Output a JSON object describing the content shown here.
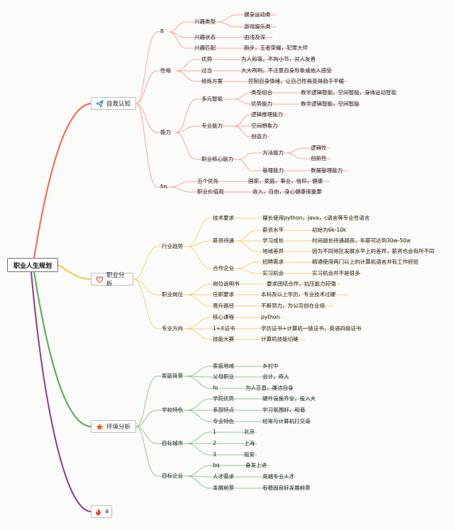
{
  "root": "职业人生规划",
  "branches": {
    "self": "自我认知",
    "career": "职业分析",
    "env": "环境分析",
    "a": "a"
  },
  "self": {
    "fl": "fl",
    "xqlx": "兴趣类型",
    "jsyd": "健身运动类",
    "yxyl": "游戏娱乐类",
    "xqzt": "兴趣状态",
    "yqrs": "由浅及深",
    "xqpp": "兴趣匹配",
    "pb_wz": "跑步，王者荣耀，犯罪大师",
    "xg": "性格",
    "ys": "优势",
    "ys_v": "为人和蔼，不拘小节，对人友善",
    "gd": "过当",
    "gd_v": "大大咧咧，不注意自身形象或他人感受",
    "xlfa": "修炼方案",
    "xlfa_v": "控制自身情绪，让自己性格变得趋于平缓",
    "nl": "能力",
    "dyzn": "多元智能",
    "lxzh": "类型组合",
    "lxzh_v": "数学逻辑智能，空间智能，身体运动智能",
    "ysnl": "优势能力",
    "ysnl_v": "数学逻辑智能，空间智能",
    "zynl": "专业能力",
    "ljtl": "逻辑推理能力",
    "kjxx": "空间想象力",
    "czl": "创造力",
    "zyhx": "职业核心能力",
    "ffnl": "方法能力",
    "ljx": "逻辑性",
    "cxx": "创新性",
    "glnl": "管理能力",
    "sjgl": "数据管理能力",
    "fm": "fm",
    "wgyx": "五个优先",
    "wgyx_v": "国家，家庭，事业，信仰，健康",
    "zyjz": "职业价值观",
    "zyjz_v": "收入，自由，身心健康很重要"
  },
  "career": {
    "hyqs": "行业趋势",
    "jsyq": "技术要求",
    "jsyq_v": "擅长使用python，java，c语言等专业性语言",
    "xzdy": "薪资待遇",
    "xzsp": "薪资水平",
    "xzsp_v": "初始为6k-10k",
    "xxcz": "学习成长",
    "xxcz_v": "时间越长待遇越高，年薪可达到30w-50w",
    "dycy": "地域差异",
    "dycy_v": "因为不同地区发展水平上的差异，薪资也会有所不同",
    "hzqy": "合作企业",
    "zpxq": "招聘需求",
    "zpxq_v": "精通使用两门以上的计算机语言并有工作经验",
    "sxjh": "实习机会",
    "sxjh_v": "实习机会并不是很多",
    "zygw": "职业岗位",
    "gwsms": "岗位说明书",
    "gwsms_v": "要求团结合作，抗压能力较强",
    "rzyq": "任职要求",
    "rzyq_v": "本科及以上学历，专业技术过硬",
    "jslj": "晋升路径",
    "jslj_v": "不断努力，为公司创在业绩",
    "zyfx": "专业方向",
    "hxkc": "核心课程",
    "hxkc_v": "python",
    "x1": "1+X证书",
    "x1_v": "学历证书+计算机一级证书，英语四级证书",
    "jnds": "技能大赛",
    "jnds_v": "计算机技能切磋"
  },
  "env": {
    "jtbj": "家庭背景",
    "jtdy": "家庭地域",
    "jtdy_v": "乡村中",
    "fmzy": "父母职业",
    "fmzy_v": "会计，商人",
    "fo": "fo",
    "fo_v": "为人正直，廉洁自身",
    "xxts": "学校特色",
    "xyys": "学院优势",
    "xyys_v": "硬件设施齐全，投入大",
    "xstd": "系部特点",
    "xstd_v": "学习氛围好，和谐",
    "zyts": "专业特色",
    "zyts_v": "经常与计算机打交道",
    "mbcs": "目标城市",
    "c1": "1",
    "c1_v": "北京",
    "c2": "2",
    "c2_v": "上海",
    "c3": "3",
    "c3_v": "延安",
    "mbqy": "目标企业",
    "bq": "bq",
    "bq_v": "奋发上进",
    "rcxq": "人才需求",
    "rcxq_v": "高端专业人才",
    "fzqj": "发展前景",
    "fzqj_v": "有稳固良好发展前景"
  },
  "colors": {
    "self": "#f36f5b",
    "career": "#f7c64a",
    "env": "#5cae5b",
    "a": "#8d3a8e",
    "icon_blue": "#1a7dc8",
    "icon_red": "#e0453b",
    "icon_orange": "#e85b1e"
  },
  "icons": {
    "self": "paper-plane-icon",
    "career": "heart-icon",
    "env": "star-icon",
    "a": "fire-icon"
  }
}
